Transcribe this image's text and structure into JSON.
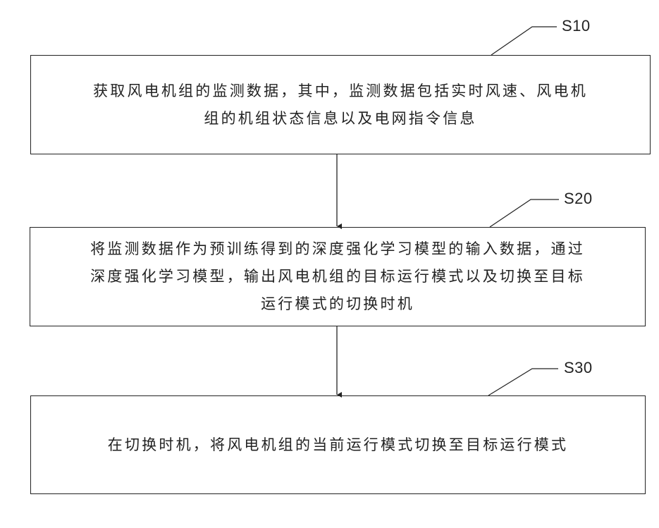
{
  "steps": [
    {
      "id": "S10",
      "lines": [
        "获取风电机组的监测数据，其中，监测数据包括实时风速、风电机",
        "组的机组状态信息以及电网指令信息"
      ]
    },
    {
      "id": "S20",
      "lines": [
        "将监测数据作为预训练得到的深度强化学习模型的输入数据，通过",
        "深度强化学习模型，输出风电机组的目标运行模式以及切换至目标",
        "运行模式的切换时机"
      ]
    },
    {
      "id": "S30",
      "lines": [
        "在切换时机，将风电机组的当前运行模式切换至目标运行模式"
      ]
    }
  ],
  "colors": {
    "stroke": "#222222",
    "background": "#ffffff"
  }
}
